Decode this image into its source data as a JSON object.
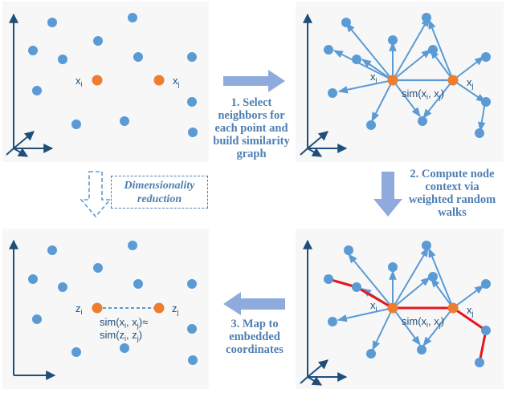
{
  "steps": {
    "step1": "1. Select\nneighbors for\neach point and\nbuild similarity\ngraph",
    "step2": "2. Compute node\ncontext via\nweighted random\nwalks",
    "step3": "3. Map to\nembedded\ncoordinates"
  },
  "dimensionality_reduction": "Dimensionality\nreduction",
  "labels": {
    "xi": "x",
    "xi_sub": "i",
    "xj": "x",
    "xj_sub": "j",
    "zi": "z",
    "zi_sub": "i",
    "zj": "z",
    "zj_sub": "j",
    "sim_x": "sim(x",
    "sim_x_mid": ", x",
    "sim_close": ")",
    "approx": "≈",
    "sim_z": "sim(z",
    "sim_z_mid": ", z"
  },
  "colors": {
    "node_blue": "#5b9bd5",
    "node_orange": "#ed7d31",
    "edge_blue": "#5b9bd5",
    "walk_red": "#e8141c",
    "arrow_fill": "#8faadc",
    "axis": "#1f4e79",
    "text_blue": "#4e7fb3",
    "panel_bg": "#f7f7f7"
  }
}
